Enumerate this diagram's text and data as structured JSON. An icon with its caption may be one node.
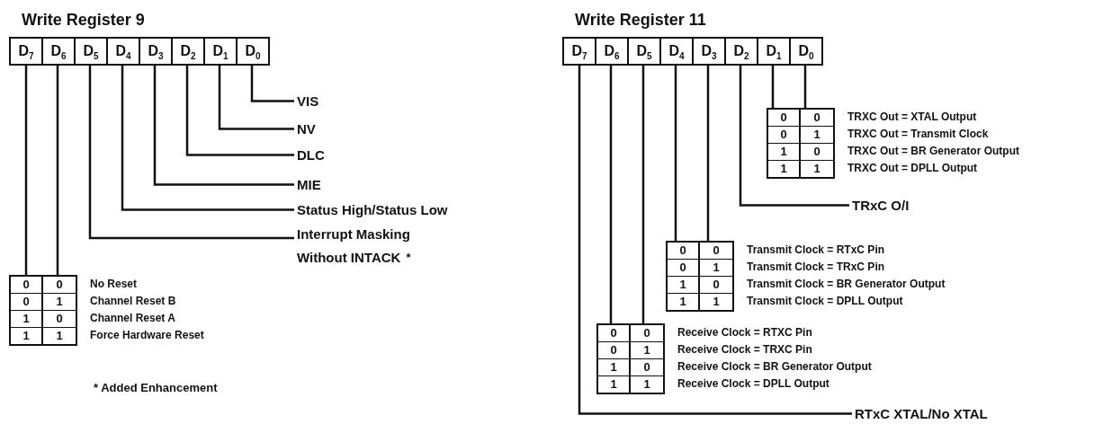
{
  "diagram": {
    "nodes": [
      {
        "text": [
          "Write Register 9"
        ]
      },
      {
        "text": [
          "D$_{7}$"
        ],
        "in": 0
      },
      {
        "text": [
          "D$_{6}$"
        ],
        "in": 0
      },
      {
        "text": [
          "D$_{5}$"
        ],
        "in": 0
      },
      {
        "text": [
          "D$_{4}$"
        ],
        "in": 0
      },
      {
        "text": [
          "D$_{3}$"
        ],
        "in": 0
      },
      {
        "text": [
          "D$_{2}$"
        ],
        "in": 0
      },
      {
        "text": [
          "D$_{1}$"
        ],
        "in": 0
      },
      {
        "text": [
          "D$_{0}$"
        ],
        "in": 0
      },
      {
        "text": [
          "VIS"
        ]
      },
      {
        "text": [
          "NV"
        ]
      },
      {
        "text": [
          "DLC"
        ]
      },
      {
        "text": [
          "MIE"
        ]
      },
      {
        "text": [
          "Status High/Status Low"
        ]
      },
      {
        "text": [
          "Interrupt Masking Without INTACK"
        ],
        "beside": [
          "*"
        ]
      },
      {
        "text": [
          "0",
          "0",
          "0",
          "1",
          "1",
          "0",
          "1",
          "1"
        ],
        "beside": [
          "No Reset",
          "Channel Reset B",
          "Channel Reset A",
          "Force Hardware Reset"
        ]
      },
      {
        "text": [
          "Write Register 11"
        ]
      },
      {
        "text": [
          "D$_{7}$"
        ],
        "in": 16
      },
      {
        "text": [
          "D$_{6}$"
        ],
        "in": 16
      },
      {
        "text": [
          "D$_{5}$"
        ],
        "in": 16
      },
      {
        "text": [
          "D$_{4}$"
        ],
        "in": 16
      },
      {
        "text": [
          "D$_{3}$"
        ],
        "in": 16
      },
      {
        "text": [
          "D$_{2}$"
        ],
        "in": 16
      },
      {
        "text": [
          "D$_{1}$"
        ],
        "in": 16
      },
      {
        "text": [
          "D$_{0}$"
        ],
        "in": 16
      },
      {
        "text": [
          "0",
          "0",
          "0",
          "1",
          "1",
          "0",
          "1",
          "1"
        ],
        "beside": [
          "TRXC Out = XTAL Output",
          "TRXC Out = Transmit Clock",
          "TRXC Out = BR Generator Output",
          "TRXC Out = DPLL Output"
        ]
      },
      {
        "text": [
          "TRxC O/I"
        ]
      },
      {
        "text": [
          "0",
          "0",
          "0",
          "1",
          "1",
          "0",
          "1",
          "1"
        ],
        "beside": [
          "Transmit Clock = RTxC Pin",
          "Transmit Clock = TRxC Pin",
          "Transmit Clock = BR Generator Output",
          "Transmit Clock = DPLL Output"
        ]
      },
      {
        "text": [
          "0",
          "0",
          "0",
          "1",
          "1",
          "0",
          "1",
          "1"
        ],
        "beside": [
          "Receive Clock = RTXC Pin",
          "Receive Clock = TRXC Pin",
          "Receive Clock = BR Generator Output",
          "Receive Clock = DPLL Output"
        ]
      },
      {
        "text": [
          "RTxC XTAL/No XTAL"
        ]
      }
    ],
    "edges": [
      {
        "from": 8,
        "to": 9,
        "arrow": "none"
      },
      {
        "from": 7,
        "to": 10,
        "arrow": "none"
      },
      {
        "from": 6,
        "to": 11,
        "arrow": "none"
      },
      {
        "from": 5,
        "to": 12,
        "arrow": "none"
      },
      {
        "from": 4,
        "to": 13,
        "arrow": "none"
      },
      {
        "from": 3,
        "to": 14,
        "arrow": "none"
      },
      {
        "from": 1,
        "to": 15,
        "arrow": "none"
      },
      {
        "from": 2,
        "to": 15,
        "arrow": "none"
      },
      {
        "from": 23,
        "to": 25,
        "arrow": "none"
      },
      {
        "from": 24,
        "to": 25,
        "arrow": "none"
      },
      {
        "from": 22,
        "to": 26,
        "arrow": "none"
      },
      {
        "from": 20,
        "to": 27,
        "arrow": "none"
      },
      {
        "from": 21,
        "to": 27,
        "arrow": "none"
      },
      {
        "from": 18,
        "to": 28,
        "arrow": "none"
      },
      {
        "from": 19,
        "to": 28,
        "arrow": "none"
      },
      {
        "from": 17,
        "to": 29,
        "arrow": "none"
      }
    ],
    "labels": [
      "* Added Enhancement"
    ]
  }
}
